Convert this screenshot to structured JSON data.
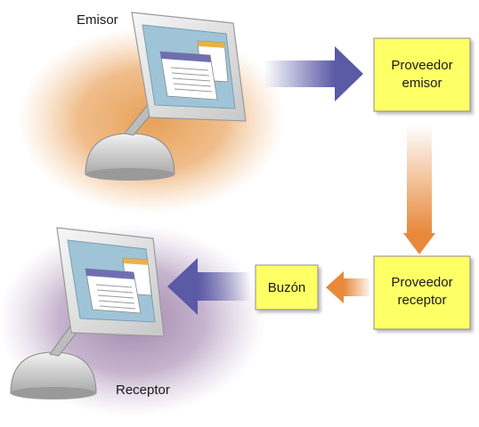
{
  "labels": {
    "sender": "Emisor",
    "receiver": "Receptor"
  },
  "nodes": {
    "sender_provider": {
      "line1": "Proveedor",
      "line2": "emisor"
    },
    "receiver_provider": {
      "line1": "Proveedor",
      "line2": "receptor"
    },
    "mailbox": {
      "label": "Buzón"
    }
  },
  "colors": {
    "box_fill": "#ffff66",
    "box_stroke": "#8c8c8c",
    "sender_glow": "#e6a159",
    "receiver_glow": "#a88bb3",
    "blue_arrow": "#5a5aa6",
    "orange_arrow": "#e8883a",
    "monitor_body": "#e6e6e6",
    "screen": "#9fc4d8"
  }
}
